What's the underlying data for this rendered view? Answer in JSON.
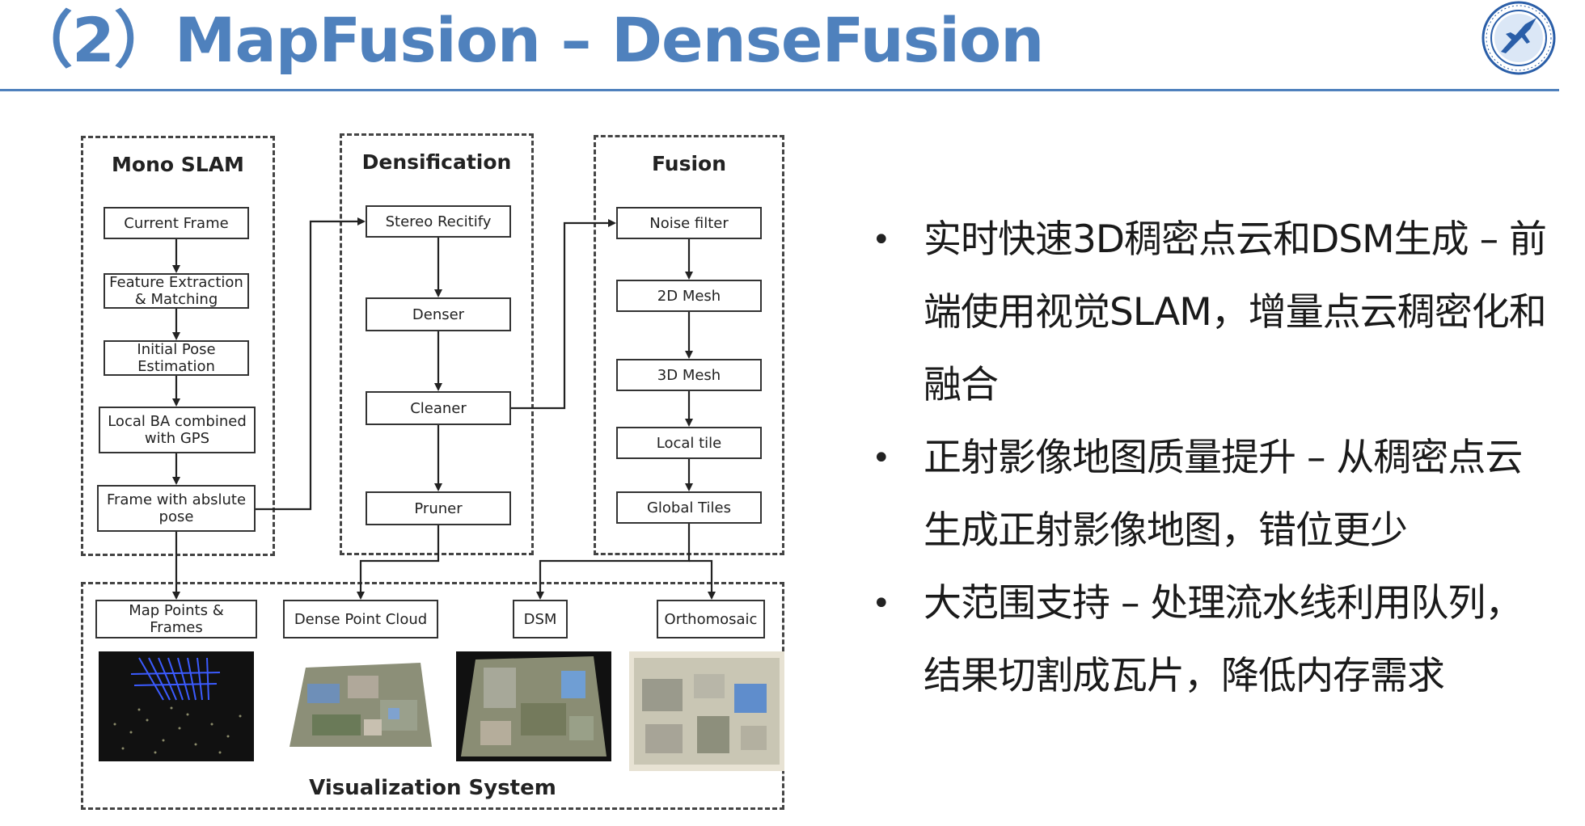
{
  "header": {
    "title": "（2）MapFusion – DenseFusion"
  },
  "diagram": {
    "panels": {
      "mono_slam": {
        "title": "Mono SLAM",
        "steps": [
          "Current Frame",
          "Feature Extraction & Matching",
          "Initial Pose Estimation",
          "Local BA combined with GPS",
          "Frame with abslute pose"
        ]
      },
      "densification": {
        "title": "Densification",
        "steps": [
          "Stereo Recitify",
          "Denser",
          "Cleaner",
          "Pruner"
        ]
      },
      "fusion": {
        "title": "Fusion",
        "steps": [
          "Noise filter",
          "2D Mesh",
          "3D Mesh",
          "Local tile",
          "Global Tiles"
        ]
      }
    },
    "outputs": [
      "Map Points & Frames",
      "Dense Point Cloud",
      "DSM",
      "Orthomosaic"
    ],
    "visualization_label": "Visualization System"
  },
  "bullets": [
    "实时快速3D稠密点云和DSM生成 – 前端使用视觉SLAM，增量点云稠密化和融合",
    "正射影像地图质量提升 – 从稠密点云生成正射影像地图，错位更少",
    "大范围支持 – 处理流水线利用队列，结果切割成瓦片，降低内存需求"
  ],
  "colors": {
    "title_blue": "#4f81bd",
    "rule_blue": "#4f81bd",
    "text": "#1a1a1a"
  }
}
